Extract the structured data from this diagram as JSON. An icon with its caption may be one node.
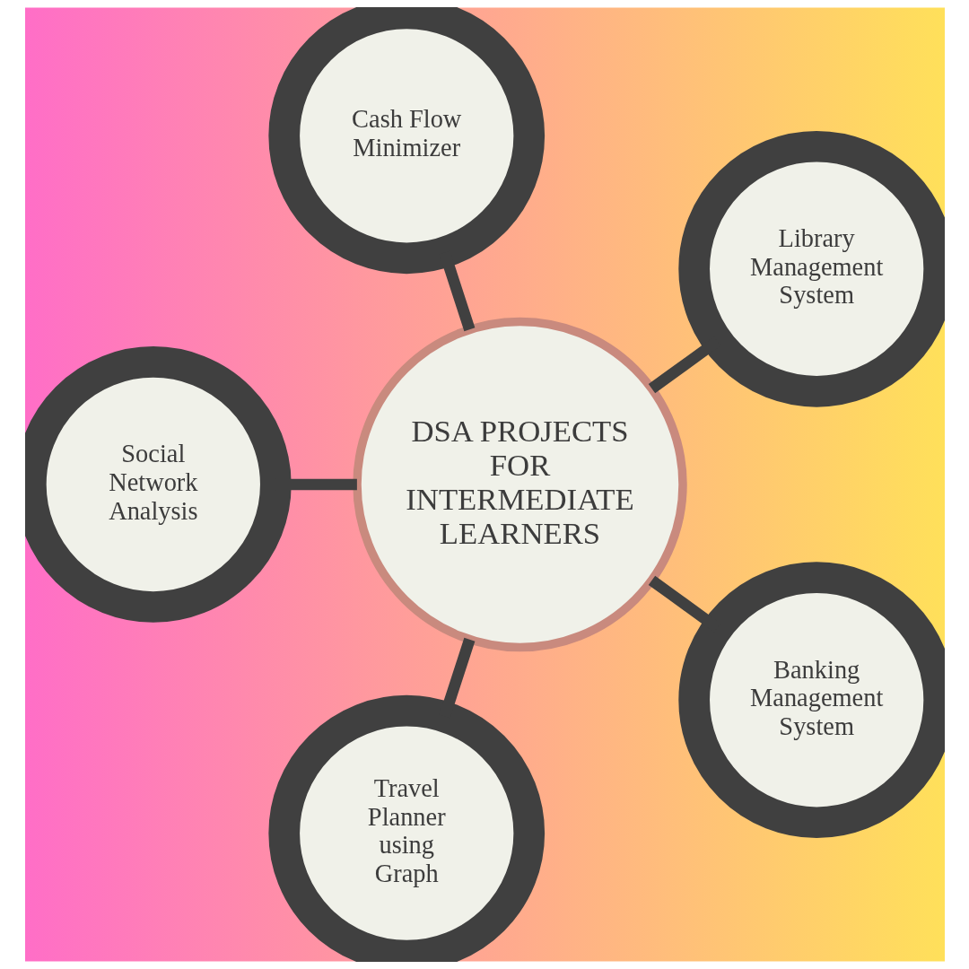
{
  "diagram": {
    "nodes": [
      {
        "text": [
          "Library Management System"
        ]
      },
      {
        "text": [
          "Cash Flow Minimizer"
        ]
      },
      {
        "text": [
          "Social Network Analysis"
        ]
      },
      {
        "text": [
          "DSA PROJECTS FOR INTERMEDIATE LEARNERS"
        ]
      },
      {
        "text": [
          "Travel Planner using Graph"
        ]
      },
      {
        "text": [
          "Banking Management System"
        ]
      }
    ],
    "edges": [
      {
        "from": 3,
        "to": 0,
        "arrow": "none"
      },
      {
        "from": 3,
        "to": 2,
        "arrow": "none"
      },
      {
        "from": 3,
        "to": 5,
        "arrow": "none"
      },
      {
        "from": 3,
        "to": 4,
        "arrow": "none"
      },
      {
        "from": 3,
        "to": 1,
        "arrow": "none"
      }
    ]
  }
}
